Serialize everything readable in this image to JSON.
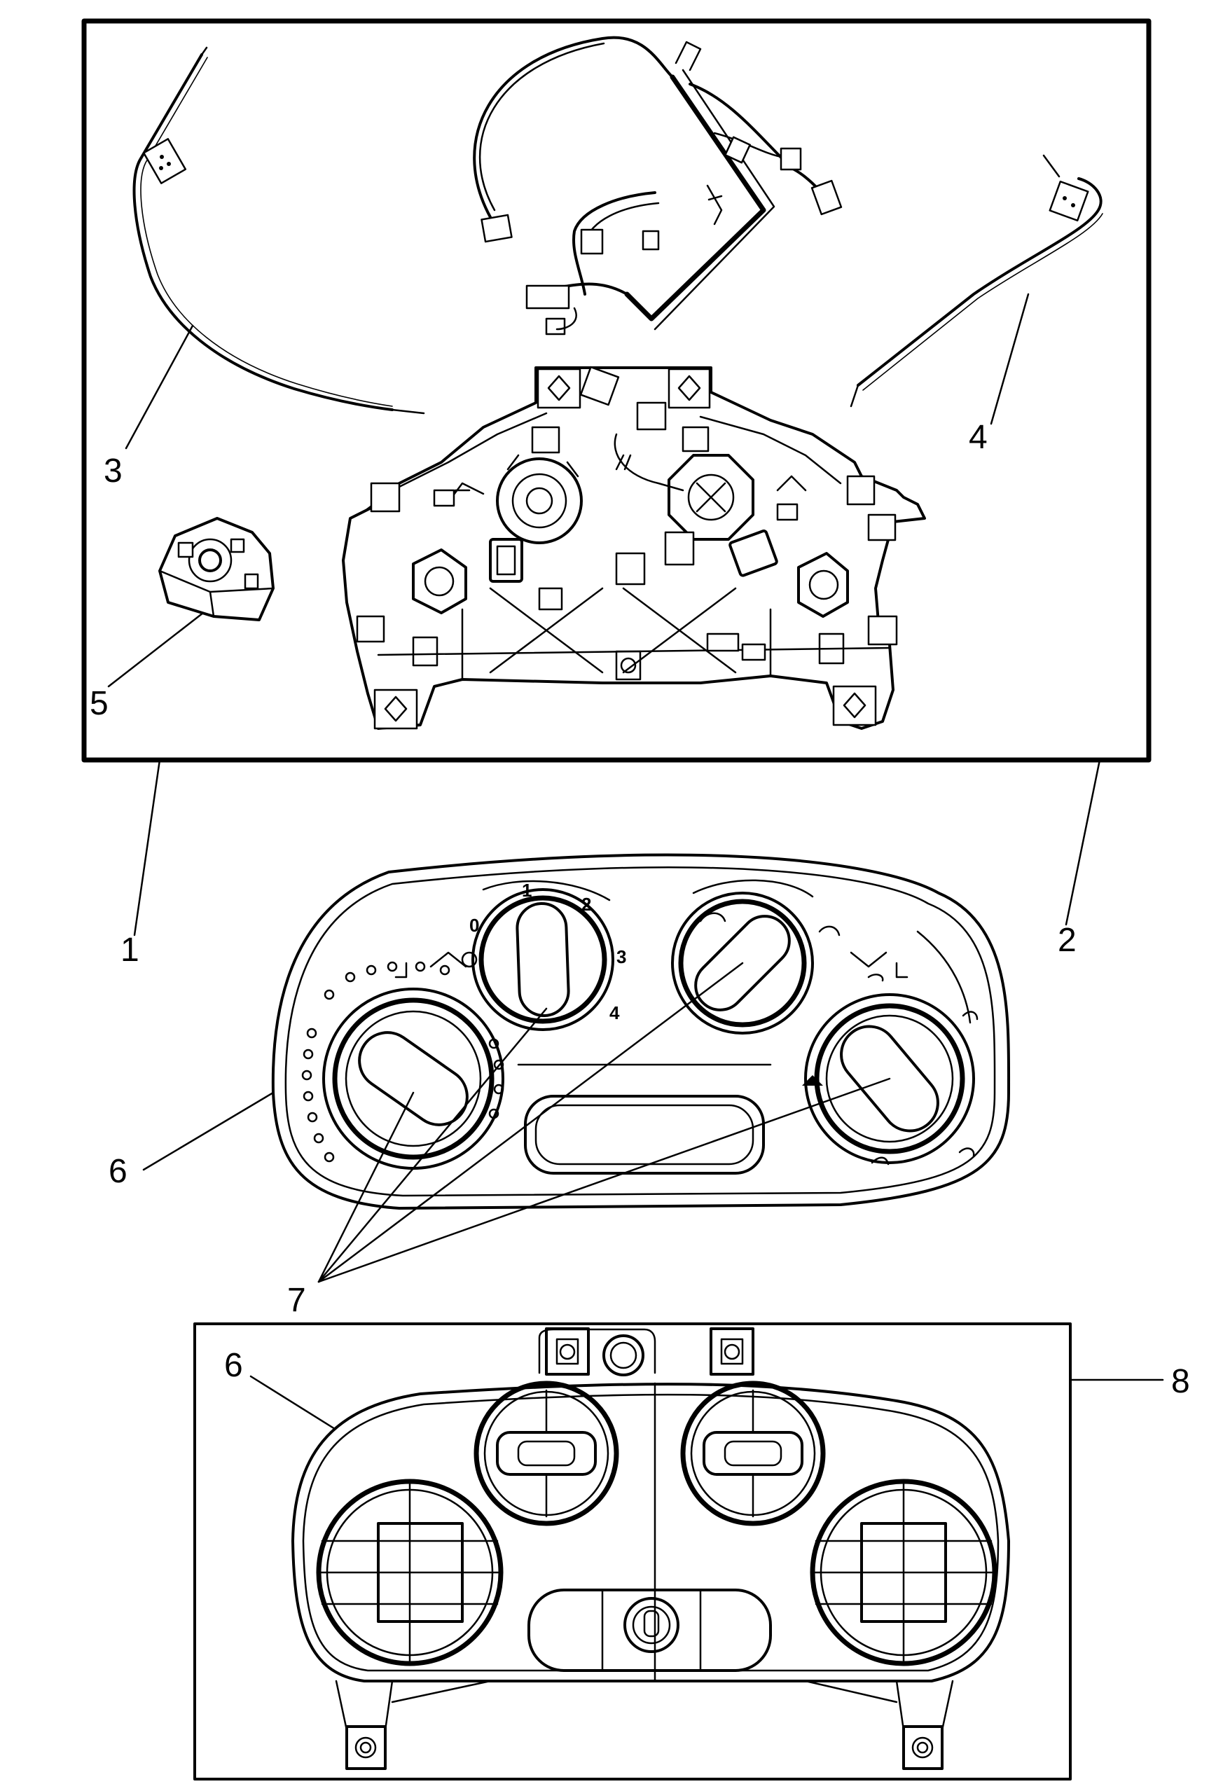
{
  "callouts": {
    "c1": "1",
    "c2": "2",
    "c3": "3",
    "c4": "4",
    "c5": "5",
    "c6a": "6",
    "c6b": "6",
    "c7": "7",
    "c8": "8"
  },
  "dial_labels": {
    "fan_0": "0",
    "fan_1": "1",
    "fan_2": "2",
    "fan_3": "3",
    "fan_4": "4"
  },
  "colors": {
    "line": "#000000",
    "background": "#ffffff"
  }
}
